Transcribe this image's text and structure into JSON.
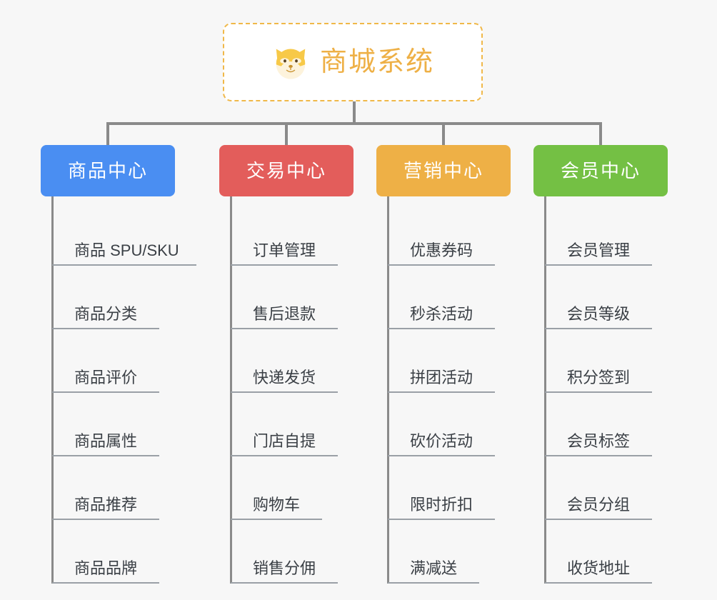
{
  "root": {
    "title": "商城系统",
    "icon": "shiba-dog-face-icon",
    "border_color": "#f0b849",
    "text_color": "#eeb046",
    "background": "#ffffff"
  },
  "canvas": {
    "background": "#f7f7f7",
    "connector_color": "#8a8a8a",
    "leaf_rule_color": "#9aa0a6",
    "leaf_text_color": "#3a3f45"
  },
  "columns": [
    {
      "title": "商品中心",
      "color": "#4a8ef2",
      "items": [
        {
          "label": "商品 SPU/SKU",
          "rule_width": 202
        },
        {
          "label": "商品分类",
          "rule_width": 150
        },
        {
          "label": "商品评价",
          "rule_width": 150
        },
        {
          "label": "商品属性",
          "rule_width": 150
        },
        {
          "label": "商品推荐",
          "rule_width": 150
        },
        {
          "label": "商品品牌",
          "rule_width": 150
        }
      ]
    },
    {
      "title": "交易中心",
      "color": "#e35d5b",
      "items": [
        {
          "label": "订单管理",
          "rule_width": 150
        },
        {
          "label": "售后退款",
          "rule_width": 150
        },
        {
          "label": "快递发货",
          "rule_width": 150
        },
        {
          "label": "门店自提",
          "rule_width": 150
        },
        {
          "label": "购物车",
          "rule_width": 128
        },
        {
          "label": "销售分佣",
          "rule_width": 150
        }
      ]
    },
    {
      "title": "营销中心",
      "color": "#eeb046",
      "items": [
        {
          "label": "优惠券码",
          "rule_width": 150
        },
        {
          "label": "秒杀活动",
          "rule_width": 150
        },
        {
          "label": "拼团活动",
          "rule_width": 150
        },
        {
          "label": "砍价活动",
          "rule_width": 150
        },
        {
          "label": "限时折扣",
          "rule_width": 150
        },
        {
          "label": "满减送",
          "rule_width": 128
        }
      ]
    },
    {
      "title": "会员中心",
      "color": "#74c044",
      "items": [
        {
          "label": "会员管理",
          "rule_width": 150
        },
        {
          "label": "会员等级",
          "rule_width": 150
        },
        {
          "label": "积分签到",
          "rule_width": 150
        },
        {
          "label": "会员标签",
          "rule_width": 150
        },
        {
          "label": "会员分组",
          "rule_width": 150
        },
        {
          "label": "收货地址",
          "rule_width": 150
        }
      ]
    }
  ]
}
